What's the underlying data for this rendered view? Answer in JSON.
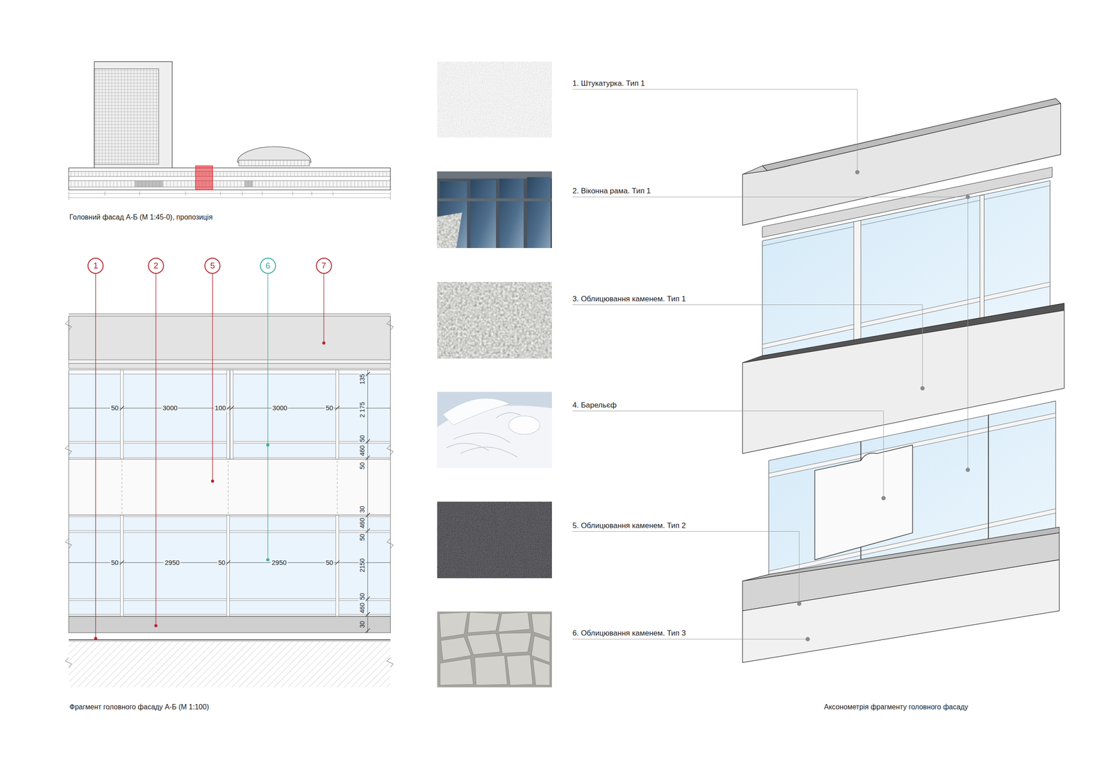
{
  "diagram": {
    "nodes": [
      {
        "text": [
          "1"
        ]
      },
      {
        "text": [
          "2"
        ]
      },
      {
        "text": [
          "5"
        ]
      },
      {
        "text": [
          "6"
        ]
      },
      {
        "text": [
          "7"
        ]
      }
    ],
    "labels": [
      "Головний фасад А-Б (М 1:45-0), пропозиція",
      "Фрагмент головного фасаду А-Б (М 1:100)",
      "Аксонометрія фрагменту головного фасаду",
      "50",
      "3000",
      "100",
      "3000",
      "50",
      "50",
      "2950",
      "50",
      "2950",
      "50",
      "135",
      "2 175",
      "50",
      "460",
      "50",
      "30",
      "460",
      "50",
      "2150",
      "50",
      "460",
      "30",
      "1. Штукатурка. Тип 1",
      "2. Віконна рама. Тип 1",
      "3. Облицювання каменем. Тип 1",
      "4. Барельєф",
      "5. Облицювання каменем. Тип 2",
      "6. Облицювання каменем. Тип 3"
    ]
  }
}
